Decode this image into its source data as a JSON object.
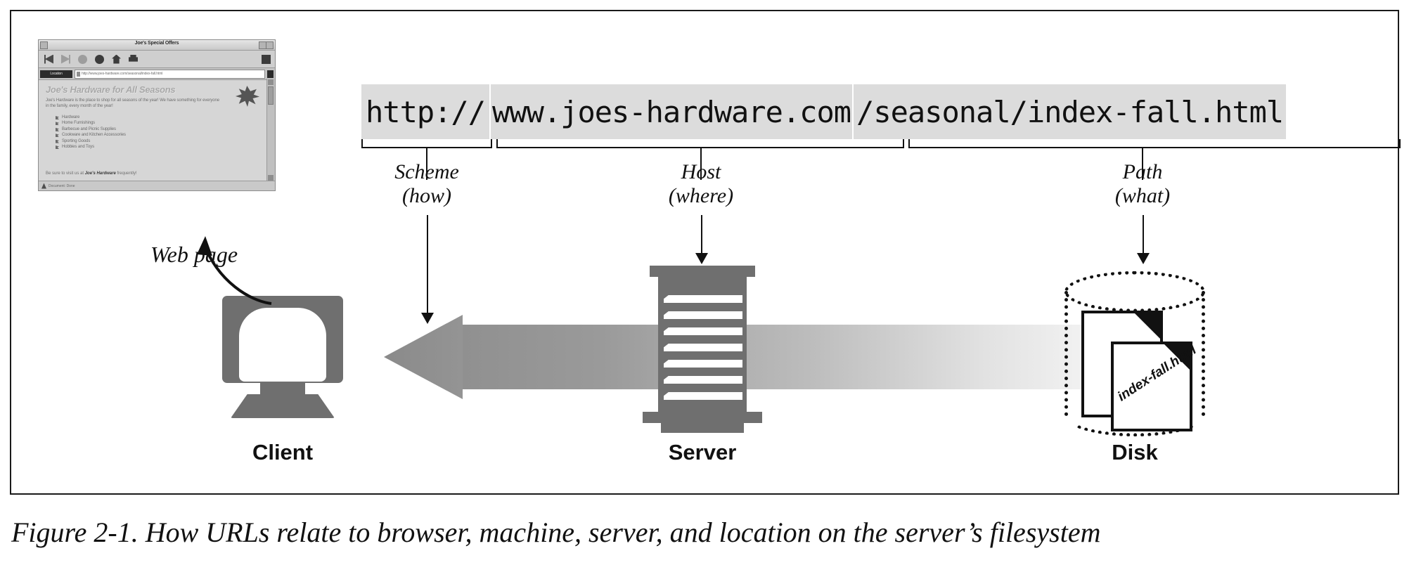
{
  "figure": {
    "caption": "Figure 2-1. How URLs relate to browser, machine, server, and location on the server’s filesystem"
  },
  "url": {
    "full": "http://www.joes-hardware.com/seasonal/index-fall.html",
    "scheme": "http://",
    "host": "www.joes-hardware.com",
    "path": "/seasonal/index-fall.html"
  },
  "annotations": [
    {
      "name": "Scheme",
      "sub": "(how)"
    },
    {
      "name": "Host",
      "sub": "(where)"
    },
    {
      "name": "Path",
      "sub": "(what)"
    }
  ],
  "nodes": {
    "client": "Client",
    "server": "Server",
    "disk": "Disk",
    "webpage": "Web page"
  },
  "disk": {
    "file_label": "index-fall.html"
  },
  "browser": {
    "window_title": "Joe's Special Offers",
    "location_label": "Location",
    "location_url": "http://www.joes-hardware.com/seasonal/index-fall.html",
    "heading": "Joe's Hardware for All Seasons",
    "paragraph": "Joe's Hardware is the place to shop for all seasons of the year! We have something for everyone in the family, every month of the year!",
    "list": [
      "Hardware",
      "Home Furnishings",
      "Barbecue and Picnic Supplies",
      "Cookware and Kitchen Accessories",
      "Sporting Goods",
      "Hobbies and Toys"
    ],
    "footer_pre": "Be sure to visit us at ",
    "footer_link": "Joe's Hardware",
    "footer_post": " frequently!",
    "status": "Document: Done",
    "toolbar_icons": [
      "back-icon",
      "forward-icon",
      "stop-icon",
      "reload-icon",
      "home-icon",
      "print-icon"
    ]
  },
  "colors": {
    "ink": "#111111",
    "device_gray": "#6f6f6f",
    "url_segment_bg": "#dcdcdc"
  }
}
